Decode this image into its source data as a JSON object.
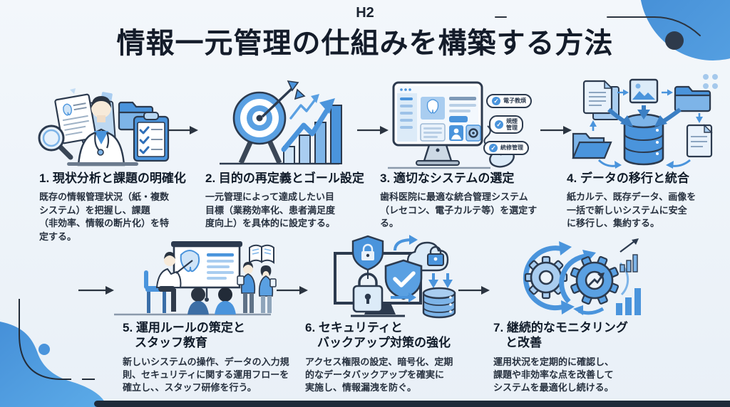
{
  "header": {
    "eyebrow": "H2",
    "title": "情報一元管理の仕組みを構築する方法"
  },
  "steps": [
    {
      "heading": "1. 現状分析と課題の明確化",
      "body": "既存の情報管理状況（紙・複数\nシステム）を把握し、課題\n（非効率、情報の断片化）を特\n定する。"
    },
    {
      "heading": "2. 目的の再定義とゴール設定",
      "body": "一元管理によって達成したい目\n目標（業務効率化、患者満足度\n度向上）を具体的に設定する。"
    },
    {
      "heading": "3. 適切なシステムの選定",
      "body": "歯科医院に最適な統合管理システム\n（レセコン、電子カルテ等）を選定する。",
      "badges": {
        "b1": "電子教煩",
        "b2_line1": "規煙",
        "b2_line2": "管理",
        "b3": "統修管理"
      }
    },
    {
      "heading": "4. データの移行と統合",
      "body": "紙カルテ、既存データ、画像を\n一括で新しいシステムに安全\nに移行し、集約する。"
    },
    {
      "heading": "5. 運用ルールの策定と\n　スタッフ教育",
      "body": "新しいシステムの操作、データの入力規\n則、セキュリティに関する運用フローを\n確立し、、スタッフ研修を行う。"
    },
    {
      "heading": "6. セキュリティと\n　バックアップ対策の強化",
      "body": "アクセス権限の設定、暗号化、定期\n的なデータバックアップを確実に\n実施し、情報漏洩を防ぐ。"
    },
    {
      "heading": "7. 継続的なモニタリング\n　と改善",
      "body": "運用状況を定期的に確認し、\n課題や非効率な点を改善して\nシステムを最適化し続ける。"
    }
  ],
  "colors": {
    "accent_blue": "#4a94dc",
    "light_blue": "#b8d7f2",
    "navy": "#1f2b3a",
    "text_dark": "#16202e"
  }
}
